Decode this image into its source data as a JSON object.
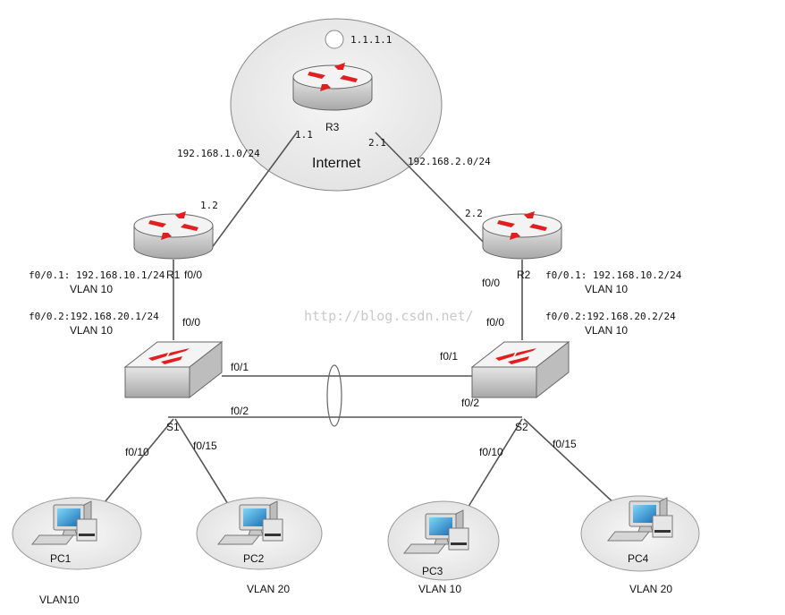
{
  "cloud": {
    "label": "Internet",
    "loopback": "1.1.1.1"
  },
  "routers": {
    "r3": {
      "name": "R3",
      "left_port": "1.1",
      "right_port": "2.1"
    },
    "r1": {
      "name": "R1",
      "uplink": "1.2",
      "port": "f0/0",
      "sub1": "f0/0.1: 192.168.10.1/24",
      "sub1_vlan": "VLAN 10",
      "sub2": "f0/0.2:192.168.20.1/24",
      "sub2_vlan": "VLAN 10"
    },
    "r2": {
      "name": "R2",
      "uplink": "2.2",
      "port": "f0/0",
      "sub1": "f0/0.1: 192.168.10.2/24",
      "sub1_vlan": "VLAN 10",
      "sub2": "f0/0.2:192.168.20.2/24",
      "sub2_vlan": "VLAN 10"
    }
  },
  "networks": {
    "left": "192.168.1.0/24",
    "right": "192.168.2.0/24"
  },
  "switches": {
    "s1": {
      "name": "S1",
      "up_port": "f0/0",
      "p1": "f0/1",
      "p2": "f0/2",
      "p10": "f0/10",
      "p15": "f0/15"
    },
    "s2": {
      "name": "S2",
      "up_port": "f0/0",
      "p1": "f0/1",
      "p2": "f0/2",
      "p10": "f0/10",
      "p15": "f0/15"
    }
  },
  "pcs": [
    {
      "name": "PC1",
      "vlan": "VLAN10"
    },
    {
      "name": "PC2",
      "vlan": "VLAN 20"
    },
    {
      "name": "PC3",
      "vlan": "VLAN 10"
    },
    {
      "name": "PC4",
      "vlan": "VLAN 20"
    }
  ],
  "watermark": "http://blog.csdn.net/",
  "colors": {
    "arrow": "#e02020",
    "device_top": "#f2f2f2",
    "device_side": "#cfcfcf",
    "ellipse": "#eeeeee",
    "line": "#555555"
  }
}
